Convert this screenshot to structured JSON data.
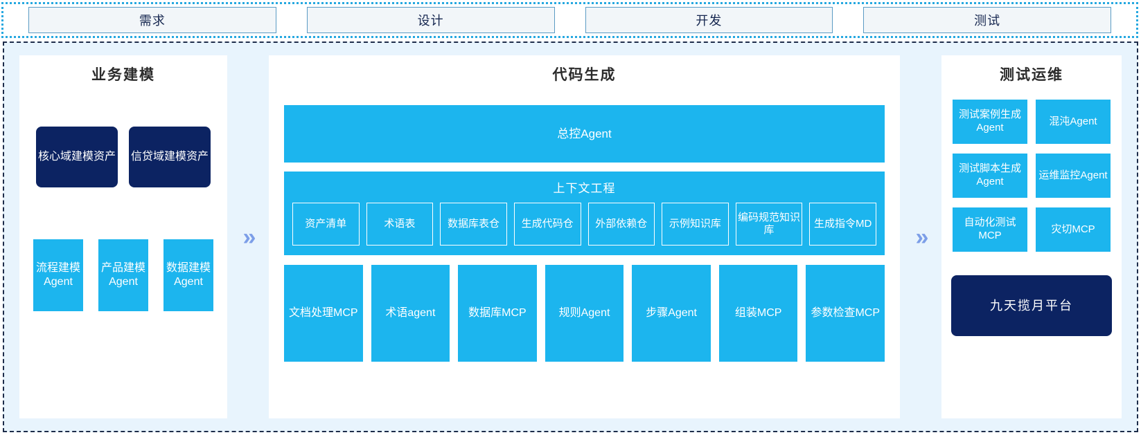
{
  "stages": {
    "items": [
      {
        "label": "需求"
      },
      {
        "label": "设计"
      },
      {
        "label": "开发"
      },
      {
        "label": "测试"
      }
    ]
  },
  "separators": {
    "chevron_glyph": "»"
  },
  "colors": {
    "accent_cyan": "#1cb5ee",
    "navy": "#0c2362",
    "panel_bg": "#ffffff",
    "region_bg": "#e8f4fd",
    "chevron": "#7c9ee8",
    "stage_border": "#5b9bc4",
    "stage_fill": "#f2f6f9"
  },
  "panels": {
    "left": {
      "title": "业务建模",
      "assets": [
        {
          "label": "核心域建模资产"
        },
        {
          "label": "信贷域建模资产"
        }
      ],
      "agents": [
        {
          "label": "流程建模Agent"
        },
        {
          "label": "产品建模Agent"
        },
        {
          "label": "数据建模Agent"
        }
      ]
    },
    "middle": {
      "title": "代码生成",
      "master_agent": "总控Agent",
      "context": {
        "title": "上下文工程",
        "items": [
          {
            "label": "资产清单"
          },
          {
            "label": "术语表"
          },
          {
            "label": "数据库表仓"
          },
          {
            "label": "生成代码仓"
          },
          {
            "label": "外部依赖仓"
          },
          {
            "label": "示例知识库"
          },
          {
            "label": "编码规范知识库"
          },
          {
            "label": "生成指令MD"
          }
        ]
      },
      "tools": [
        {
          "label": "文档处理MCP"
        },
        {
          "label": "术语agent"
        },
        {
          "label": "数据库MCP"
        },
        {
          "label": "规则Agent"
        },
        {
          "label": "步骤Agent"
        },
        {
          "label": "组装MCP"
        },
        {
          "label": "参数检查MCP"
        }
      ]
    },
    "right": {
      "title": "测试运维",
      "tiles": [
        {
          "label": "测试案例生成Agent"
        },
        {
          "label": "混沌Agent"
        },
        {
          "label": "测试脚本生成Agent"
        },
        {
          "label": "运维监控Agent"
        },
        {
          "label": "自动化测试MCP"
        },
        {
          "label": "灾切MCP"
        }
      ],
      "platform": "九天揽月平台"
    }
  }
}
